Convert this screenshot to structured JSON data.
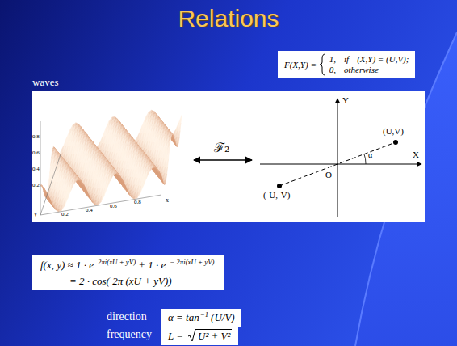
{
  "diagram": {
    "title": "Relations",
    "nodes": [
      {
        "text": [
          "F(X,Y) =",
          "1,",
          "if",
          "(X,Y) = (U,V);",
          "0,",
          "otherwise"
        ]
      },
      {
        "text": [
          "f(x, y) ≈ 1 · e",
          "2πi(xU + yV)",
          "+ 1 · e",
          "− 2πi(xU + yV)",
          "= 2 · cos( 2π (xU + yV))"
        ]
      },
      {
        "text": [
          "α = tan",
          "−1",
          "(U/V)"
        ]
      },
      {
        "text": [
          "L =",
          "U² + V²"
        ]
      }
    ],
    "labels": [
      "waves",
      "ℱ₂",
      "Y",
      "X",
      "O",
      "(U,V)",
      "(-U,-V)",
      "α",
      "direction",
      "frequency",
      "y",
      "x",
      "0.2",
      "0.4",
      "0.6",
      "0.8",
      "0.2",
      "0.4",
      "0.6",
      "0.8"
    ]
  }
}
